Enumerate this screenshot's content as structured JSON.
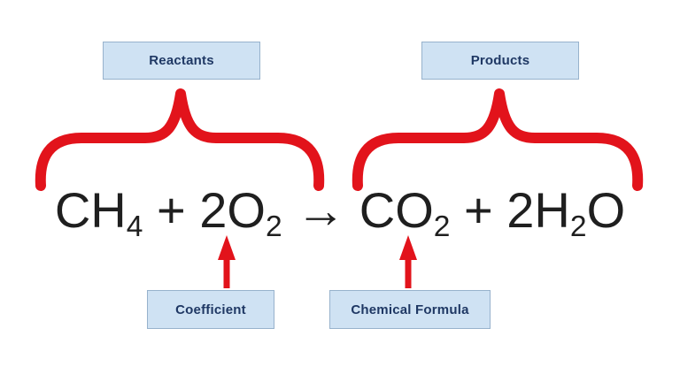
{
  "colors": {
    "red": "#e2131b",
    "box_fill": "#cfe2f3",
    "box_border": "#97b2cc",
    "box_text": "#1f3864",
    "equation_text": "#1f1f1f"
  },
  "labels": {
    "reactants": "Reactants",
    "products": "Products",
    "coefficient": "Coefficient",
    "chemical_formula": "Chemical Formula"
  },
  "equation": {
    "full": "CH4 + 2O2 → CO2 + 2H2O",
    "seg1": "CH",
    "sub1": "4",
    "seg2": " + 2O",
    "sub2": "2",
    "seg3": " → CO",
    "sub3": "2",
    "seg4": " + 2H",
    "sub4": "2",
    "seg5": "O"
  }
}
